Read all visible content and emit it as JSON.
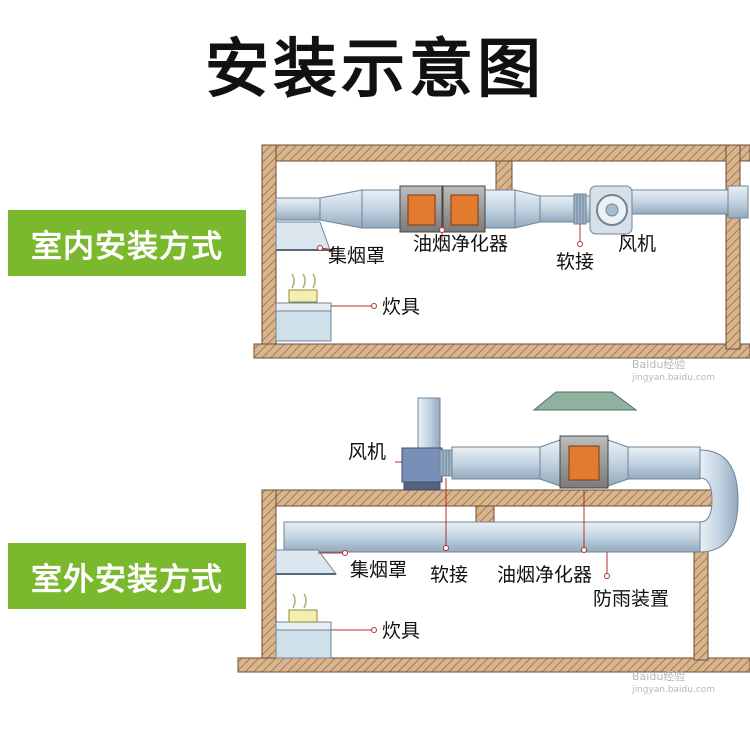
{
  "title": "安装示意图",
  "indoor": {
    "heading": "室内安装方式",
    "labels": {
      "hood": "集烟罩",
      "purifier": "油烟净化器",
      "flex_joint": "软接",
      "fan": "风机",
      "stove": "炊具"
    }
  },
  "outdoor": {
    "heading": "室外安装方式",
    "labels": {
      "fan": "风机",
      "hood": "集烟罩",
      "flex_joint": "软接",
      "purifier": "油烟净化器",
      "rain_cover": "防雨装置",
      "stove": "炊具"
    }
  },
  "watermark": {
    "brand": "Baidu经验",
    "url": "jingyan.baidu.com"
  },
  "colors": {
    "badge": "#7ab82e",
    "wall": "#c9a27a",
    "duct": "#c6d6e4",
    "purifier_face": "#e27b2e",
    "leader": "#b03030"
  }
}
